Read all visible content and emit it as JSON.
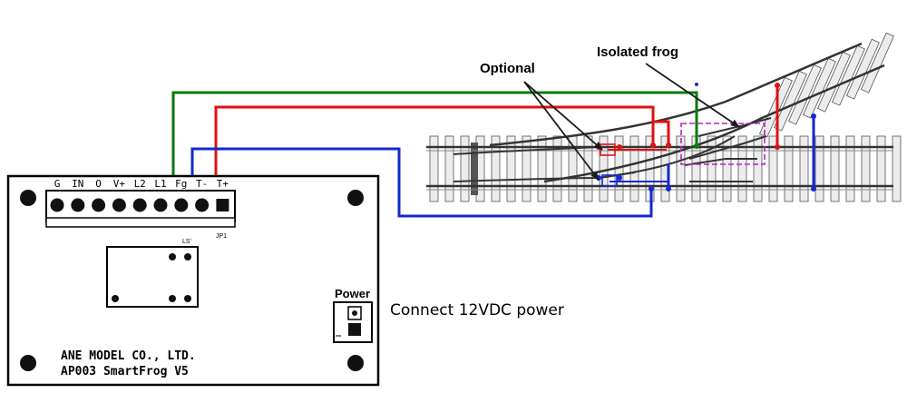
{
  "board": {
    "pins": [
      "G",
      "IN",
      "O",
      "V+",
      "L2",
      "L1",
      "Fg",
      "T-",
      "T+"
    ],
    "jp_label": "JP1",
    "ls_label": "LS'",
    "power_label": "Power",
    "company": "ANE MODEL CO., LTD.",
    "model": "AP003 SmartFrog V5"
  },
  "annotations": {
    "optional": "Optional",
    "isolated_frog": "Isolated frog",
    "power_note": "Connect 12VDC power"
  },
  "colors": {
    "green_wire": "#0a7a0a",
    "red_wire": "#e01010",
    "blue_wire": "#1428d2",
    "frog_box": "#c020c0"
  },
  "icons": [
    "mounting-hole-icon",
    "arrow-icon"
  ]
}
